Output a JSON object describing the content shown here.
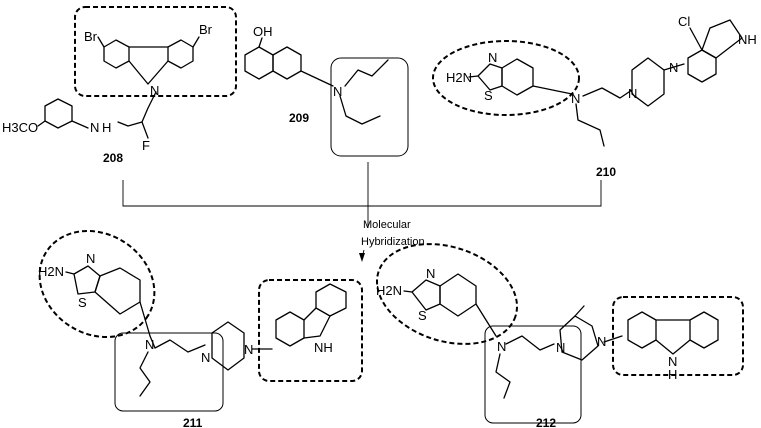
{
  "compounds": {
    "c208": {
      "label": "208",
      "br1": "Br",
      "br2": "Br",
      "nh_n": "N",
      "nh_h": "H",
      "fluoro": "F",
      "methoxy": "H3CO",
      "carbazole_n": "N"
    },
    "c209": {
      "label": "209",
      "hydroxyl": "OH",
      "amine_n": "N"
    },
    "c210": {
      "label": "210",
      "amino": "H2N",
      "thiazole_n": "N",
      "thiazole_s": "S",
      "amine_n": "N",
      "pip_n1": "N",
      "pip_n2": "N",
      "chloro": "Cl",
      "indole_nh": "NH"
    },
    "c211": {
      "label": "211",
      "amino": "H2N",
      "thiazole_n": "N",
      "thiazole_s": "S",
      "amine_n": "N",
      "pip_n1": "N",
      "pip_n2": "N",
      "carbazole_nh": "NH"
    },
    "c212": {
      "label": "212",
      "amino": "H2N",
      "thiazole_n": "N",
      "thiazole_s": "S",
      "amine_n": "N",
      "pip_n1": "N",
      "pip_n2": "N",
      "carbazole_n": "N",
      "carbazole_h": "H"
    }
  },
  "annotation": {
    "line1": "Molecular",
    "line2": "Hybridization"
  }
}
